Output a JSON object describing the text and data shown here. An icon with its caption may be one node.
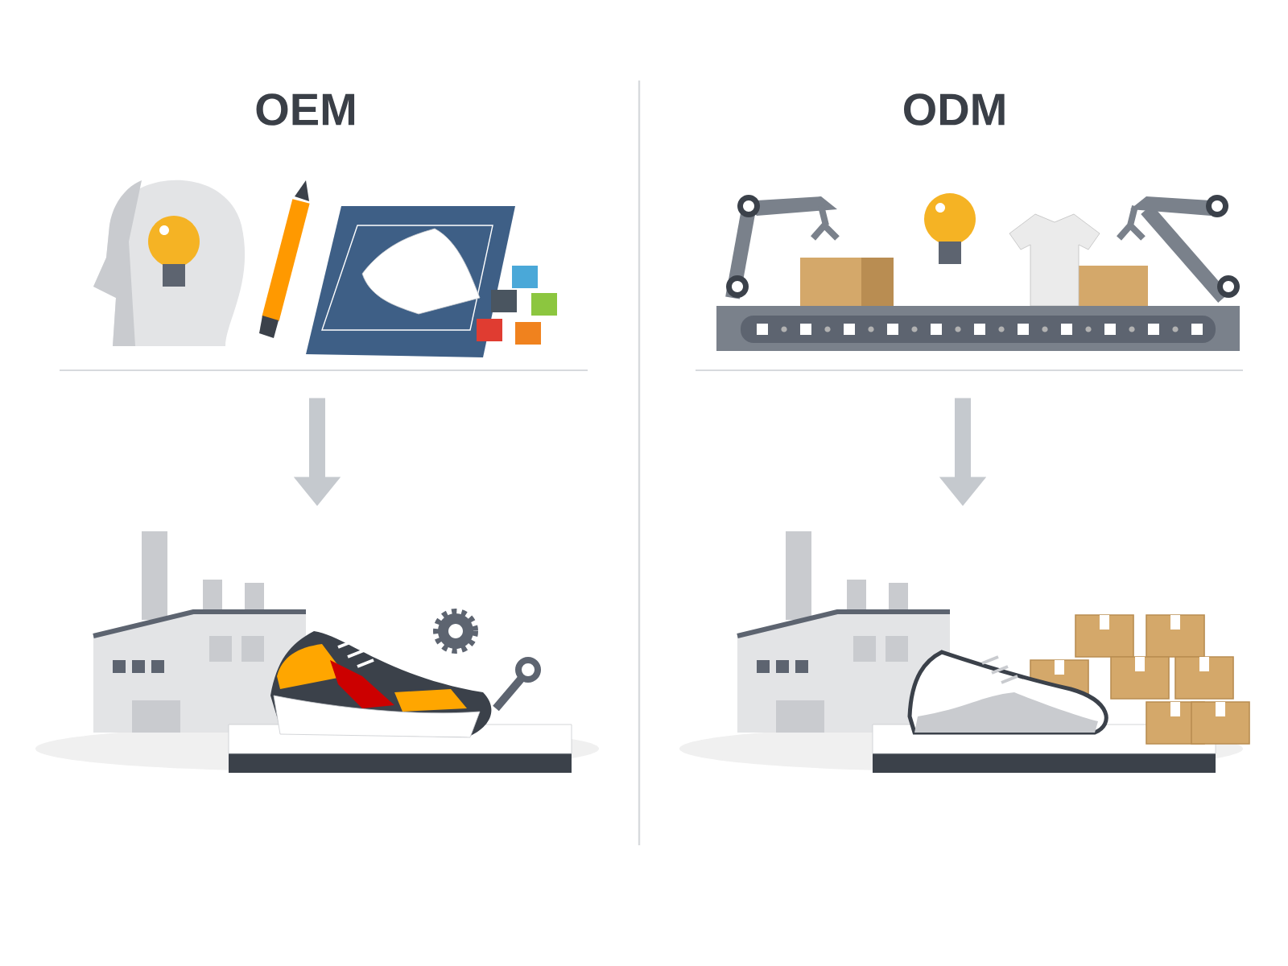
{
  "diagram": {
    "nodes": [
      {
        "text": [],
        "shape": "picture"
      },
      {
        "text": [],
        "shape": "picture"
      },
      {
        "text": [],
        "shape": "picture"
      },
      {
        "text": [],
        "shape": "picture"
      }
    ],
    "edges": [
      {
        "from": 0,
        "to": 1,
        "arrow": "to"
      },
      {
        "from": 2,
        "to": 3,
        "arrow": "to"
      }
    ],
    "labels": [
      "OEM",
      "ODM"
    ]
  }
}
